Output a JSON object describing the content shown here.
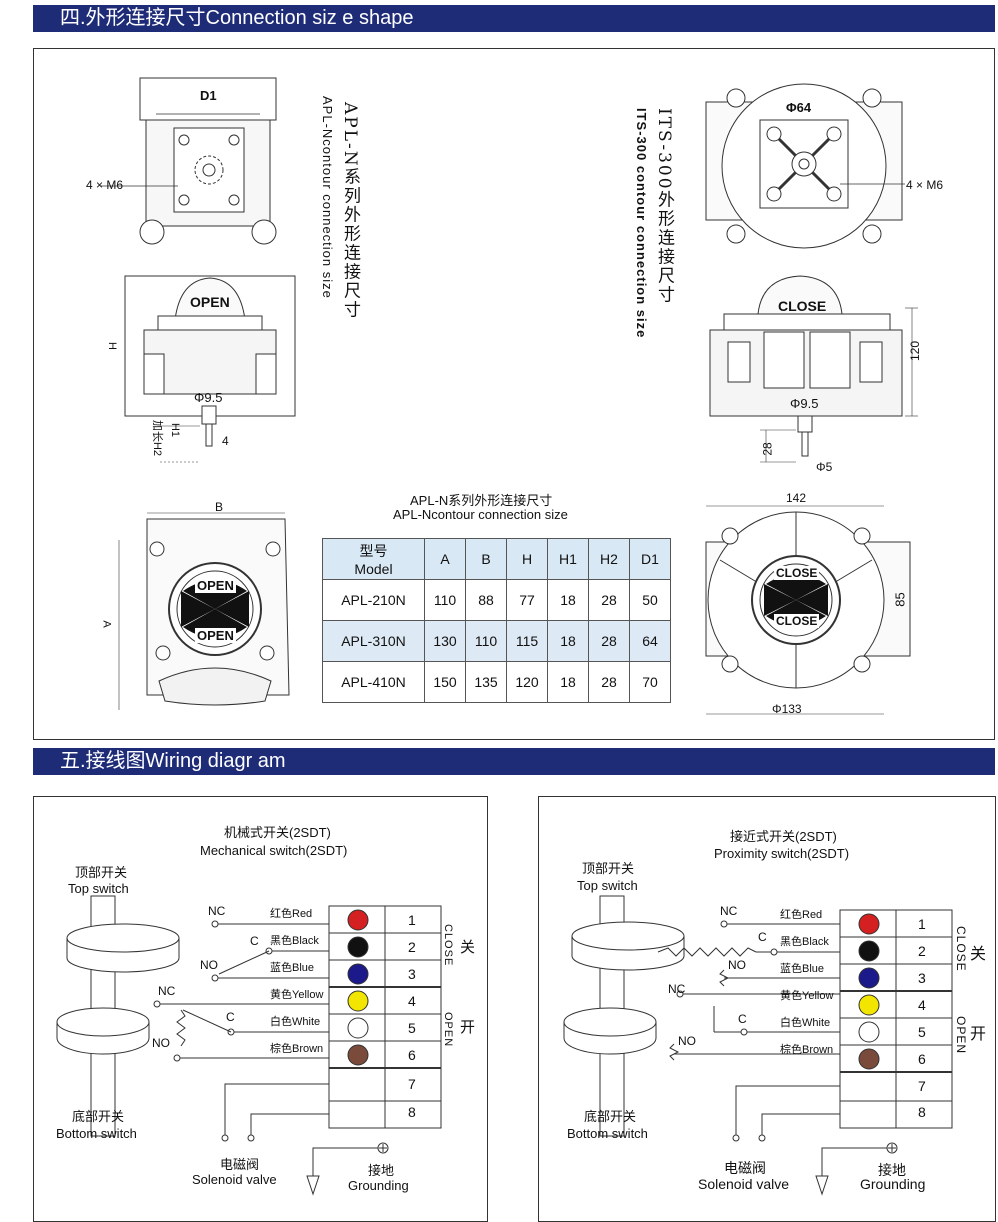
{
  "section1": {
    "title": "四.外形连接尺寸Connection siz e shape",
    "apln": {
      "side_title_cn": "APL-N系列外形连接尺寸",
      "side_title_en": "APL-Ncontour connection size",
      "d1": "D1",
      "bolt": "4 × M6",
      "h": "H",
      "open": "OPEN",
      "shaft": "Φ9.5",
      "h1": "H1",
      "h2": "加长H2",
      "four": "4",
      "b": "B",
      "a": "A"
    },
    "its": {
      "side_title_cn": "ITS-300外形连接尺寸",
      "side_title_en": "ITS-300 contour connection size",
      "phi64": "Φ64",
      "bolt": "4 × M6",
      "close": "CLOSE",
      "h120": "120",
      "shaft": "Φ9.5",
      "d28": "28",
      "phi5": "Φ5",
      "w142": "142",
      "h85": "85",
      "phi133": "Φ133"
    },
    "table": {
      "title_cn": "APL-N系列外形连接尺寸",
      "title_en": "APL-Ncontour connection size",
      "model_cn": "型号",
      "model_en": "Model",
      "headers": [
        "A",
        "B",
        "H",
        "H1",
        "H2",
        "D1"
      ],
      "rows": [
        {
          "model": "APL-210N",
          "vals": [
            "110",
            "88",
            "77",
            "18",
            "28",
            "50"
          ]
        },
        {
          "model": "APL-310N",
          "vals": [
            "130",
            "110",
            "115",
            "18",
            "28",
            "64"
          ]
        },
        {
          "model": "APL-410N",
          "vals": [
            "150",
            "135",
            "120",
            "18",
            "28",
            "70"
          ]
        }
      ]
    }
  },
  "section2": {
    "title": "五.接线图Wiring diagr  am",
    "left": {
      "title_cn": "机械式开关(2SDT)",
      "title_en": "Mechanical switch(2SDT)",
      "top_cn": "顶部开关",
      "top_en": "Top switch",
      "bottom_cn": "底部开关",
      "bottom_en": "Bottom switch",
      "nc": "NC",
      "c": "C",
      "no": "NO",
      "close": "CLOSE",
      "close_cn": "关",
      "open": "OPEN",
      "open_cn": "开",
      "solenoid_cn": "电磁阀",
      "solenoid_en": "Solenoid valve",
      "ground_cn": "接地",
      "ground_en": "Grounding"
    },
    "right": {
      "title_cn": "接近式开关(2SDT)",
      "title_en": "Proximity switch(2SDT)",
      "top_cn": "顶部开关",
      "top_en": "Top switch",
      "bottom_cn": "底部开关",
      "bottom_en": "Bottom switch",
      "nc": "NC",
      "c": "C",
      "no": "NO",
      "close": "CLOSE",
      "close_cn": "关",
      "open": "OPEN",
      "open_cn": "开",
      "solenoid_cn": "电磁阀",
      "solenoid_en": "Solenoid valve",
      "ground_cn": "接地",
      "ground_en": "Grounding"
    },
    "terminals": [
      {
        "label": "红色Red",
        "num": "1",
        "color": "#d42020"
      },
      {
        "label": "黑色Black",
        "num": "2",
        "color": "#111111"
      },
      {
        "label": "蓝色Blue",
        "num": "3",
        "color": "#1c1a8a"
      },
      {
        "label": "黄色Yellow",
        "num": "4",
        "color": "#f2e600"
      },
      {
        "label": "白色White",
        "num": "5",
        "color": "#ffffff"
      },
      {
        "label": "棕色Brown",
        "num": "6",
        "color": "#7a4a3a"
      },
      {
        "label": "",
        "num": "7",
        "color": ""
      },
      {
        "label": "",
        "num": "8",
        "color": ""
      }
    ]
  }
}
